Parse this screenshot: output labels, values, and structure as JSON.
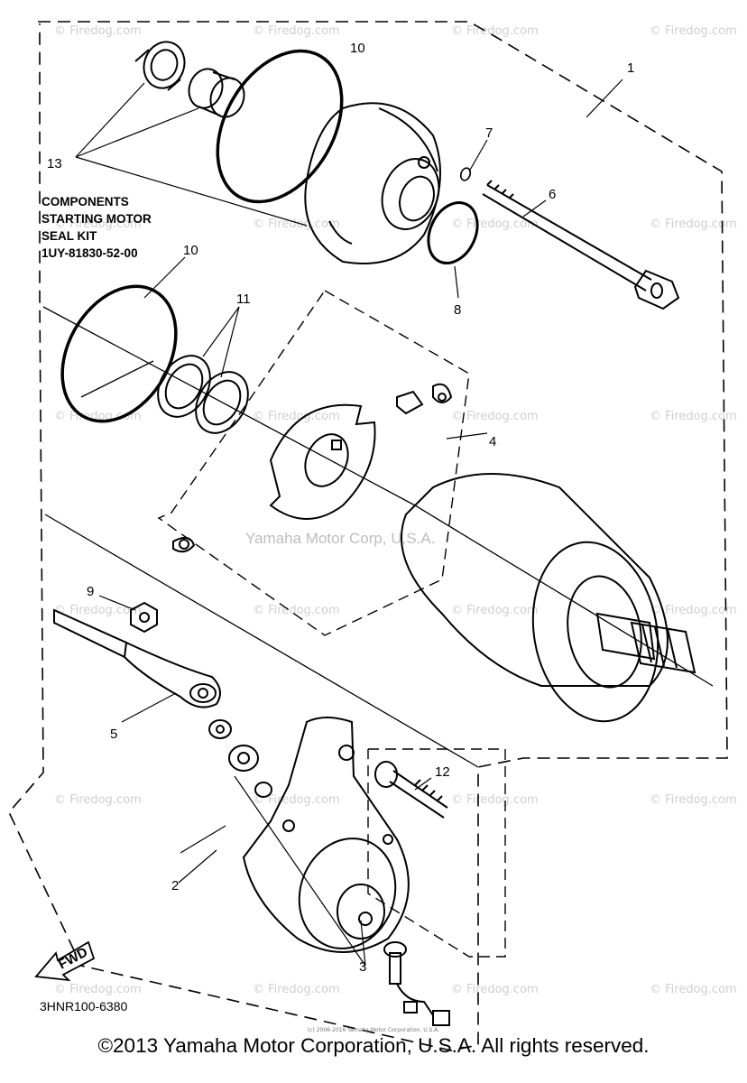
{
  "components_note": {
    "line1": "COMPONENTS",
    "line2": "STARTING MOTOR",
    "line3": "SEAL KIT",
    "line4": "1UY-81830-52-00"
  },
  "callouts": {
    "c1": "1",
    "c2": "2",
    "c3": "3",
    "c4": "4",
    "c5": "5",
    "c6": "6",
    "c7": "7",
    "c8": "8",
    "c9": "9",
    "c10a": "10",
    "c10b": "10",
    "c11": "11",
    "c12": "12",
    "c13": "13"
  },
  "fwd_label": "FWD",
  "diagram_code": "3HNR100-6380",
  "center_watermark": "Yamaha Motor Corp, U.S.A.",
  "watermark": "© Firedog.com",
  "tiny_note": "(c) 2006-2016 Yamaha Motor Corporation, U.S.A.",
  "copyright": "©2013 Yamaha Motor Corporation, U.S.A. All rights reserved."
}
